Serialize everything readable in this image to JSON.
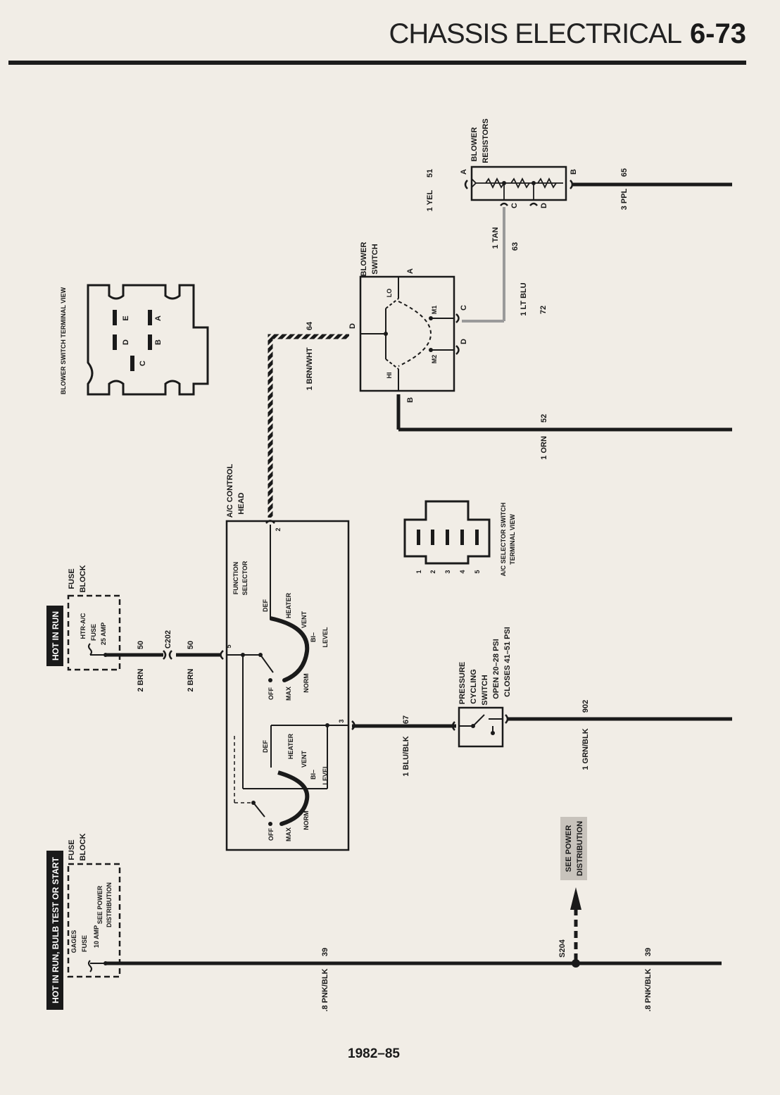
{
  "header": {
    "title": "CHASSIS ELECTRICAL",
    "page_number": "6-73"
  },
  "footer": {
    "years": "1982–85"
  },
  "power_sources": {
    "hot_in_run": "HOT IN RUN",
    "hot_in_run_bulb": "HOT IN RUN, BULB TEST OR START"
  },
  "fuse_block_1": {
    "label_line1": "FUSE",
    "label_line2": "BLOCK",
    "fuse_name": "HTR-A/C",
    "fuse_word": "FUSE",
    "rating": "25 AMP"
  },
  "fuse_block_2": {
    "label_line1": "FUSE",
    "label_line2": "BLOCK",
    "fuse_name": "GAGES",
    "fuse_word": "FUSE",
    "rating": "10 AMP",
    "note_line1": "SEE POWER",
    "note_line2": "DISTRIBUTION"
  },
  "connector": {
    "c202": "C202"
  },
  "splice": {
    "s204": "S204"
  },
  "power_distribution": {
    "line1": "SEE POWER",
    "line2": "DISTRIBUTION"
  },
  "ac_head": {
    "title_line1": "A/C CONTROL",
    "title_line2": "HEAD",
    "function_line1": "FUNCTION",
    "function_line2": "SELECTOR",
    "pos_def": "DEF",
    "pos_heater": "HEATER",
    "pos_vent": "VENT",
    "pos_bi": "BI–",
    "pos_level": "LEVEL",
    "pos_norm": "NORM",
    "pos_max": "MAX",
    "pos_off": "OFF",
    "term_2": "2",
    "term_3": "3",
    "term_5": "5"
  },
  "blower_switch": {
    "title_line1": "BLOWER",
    "title_line2": "SWITCH",
    "lo": "LO",
    "m1": "M1",
    "m2": "M2",
    "hi": "HI",
    "term_a": "A",
    "term_b": "B",
    "term_c": "C",
    "term_d": "D"
  },
  "blower_resistors": {
    "title_line1": "BLOWER",
    "title_line2": "RESISTORS",
    "term_a": "A",
    "term_b": "B",
    "term_c": "C",
    "term_d": "D"
  },
  "pressure_switch": {
    "title_line1": "PRESSURE",
    "title_line2": "CYCLING",
    "title_line3": "SWITCH",
    "open": "OPEN 20–28 PSI",
    "closes": "CLOSES 41–51 PSI"
  },
  "blower_terminal_view": {
    "label": "BLOWER SWITCH TERMINAL VIEW",
    "e": "E",
    "a": "A",
    "d": "D",
    "b": "B",
    "c": "C"
  },
  "selector_terminal_view": {
    "label_line1": "A/C SELECTOR SWITCH",
    "label_line2": "TERMINAL VIEW",
    "pins": [
      "1",
      "2",
      "3",
      "4",
      "5"
    ]
  },
  "wires": {
    "w50a_color": "2 BRN",
    "w50a_circuit": "50",
    "w50b_color": "2 BRN",
    "w50b_circuit": "50",
    "w64_color": "1 BRN/WHT",
    "w64_circuit": "64",
    "w67_color": "1 BLU/BLK",
    "w67_circuit": "67",
    "w902_color": "1 GRN/BLK",
    "w902_circuit": "902",
    "w39a_color": ".8 PNK/BLK",
    "w39a_circuit": "39",
    "w39b_color": ".8 PNK/BLK",
    "w39b_circuit": "39",
    "w51_color": "1 YEL",
    "w51_circuit": "51",
    "w63_color": "1 TAN",
    "w63_circuit": "63",
    "w72_color": "1 LT BLU",
    "w72_circuit": "72",
    "w52_color": "1 ORN",
    "w52_circuit": "52",
    "w65_color": "3 PPL",
    "w65_circuit": "65"
  },
  "colors": {
    "ink": "#1a1a1a",
    "paper": "#f1ede6",
    "gray_wire": "#9a9a9a"
  }
}
